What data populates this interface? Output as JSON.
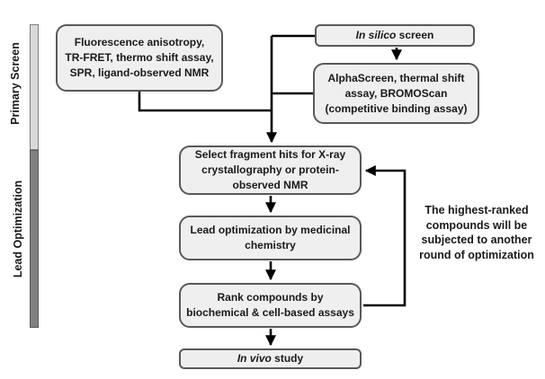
{
  "sidebar": {
    "primary_screen_label": "Primary Screen",
    "lead_optimization_label": "Lead Optimization"
  },
  "boxes": {
    "primary_assays": {
      "lines": [
        "Fluorescence anisotropy,",
        "TR-FRET, thermo shift assay,",
        "SPR, ligand-observed NMR"
      ]
    },
    "in_silico": {
      "italic": "In silico",
      "rest": " screen"
    },
    "secondary_assays": {
      "lines": [
        "AlphaScreen, thermal shift",
        "assay, BROMOScan",
        "(competitive binding assay)"
      ]
    },
    "select_fragments": {
      "lines": [
        "Select fragment hits for X-ray",
        "crystallography or protein-",
        "observed NMR"
      ]
    },
    "lead_optimization": {
      "lines": [
        "Lead optimization by medicinal",
        "chemistry"
      ]
    },
    "rank_compounds": {
      "lines": [
        "Rank compounds by",
        "biochemical & cell-based assays"
      ]
    },
    "in_vivo": {
      "italic": "In vivo",
      "rest": " study"
    }
  },
  "annotations": {
    "feedback_note": {
      "lines": [
        "The highest-ranked",
        "compounds will be",
        "subjected to another",
        "round of optimization"
      ]
    }
  },
  "colors": {
    "background": "#ffffff",
    "box_fill": "#efefef",
    "box_border": "#595959",
    "bar_light_fill": "#d9d9d9",
    "bar_light_border": "#7f7f7f",
    "bar_dark_fill": "#808080",
    "bar_dark_border": "#595959",
    "line": "#000000",
    "text": "#1a1a1a"
  }
}
